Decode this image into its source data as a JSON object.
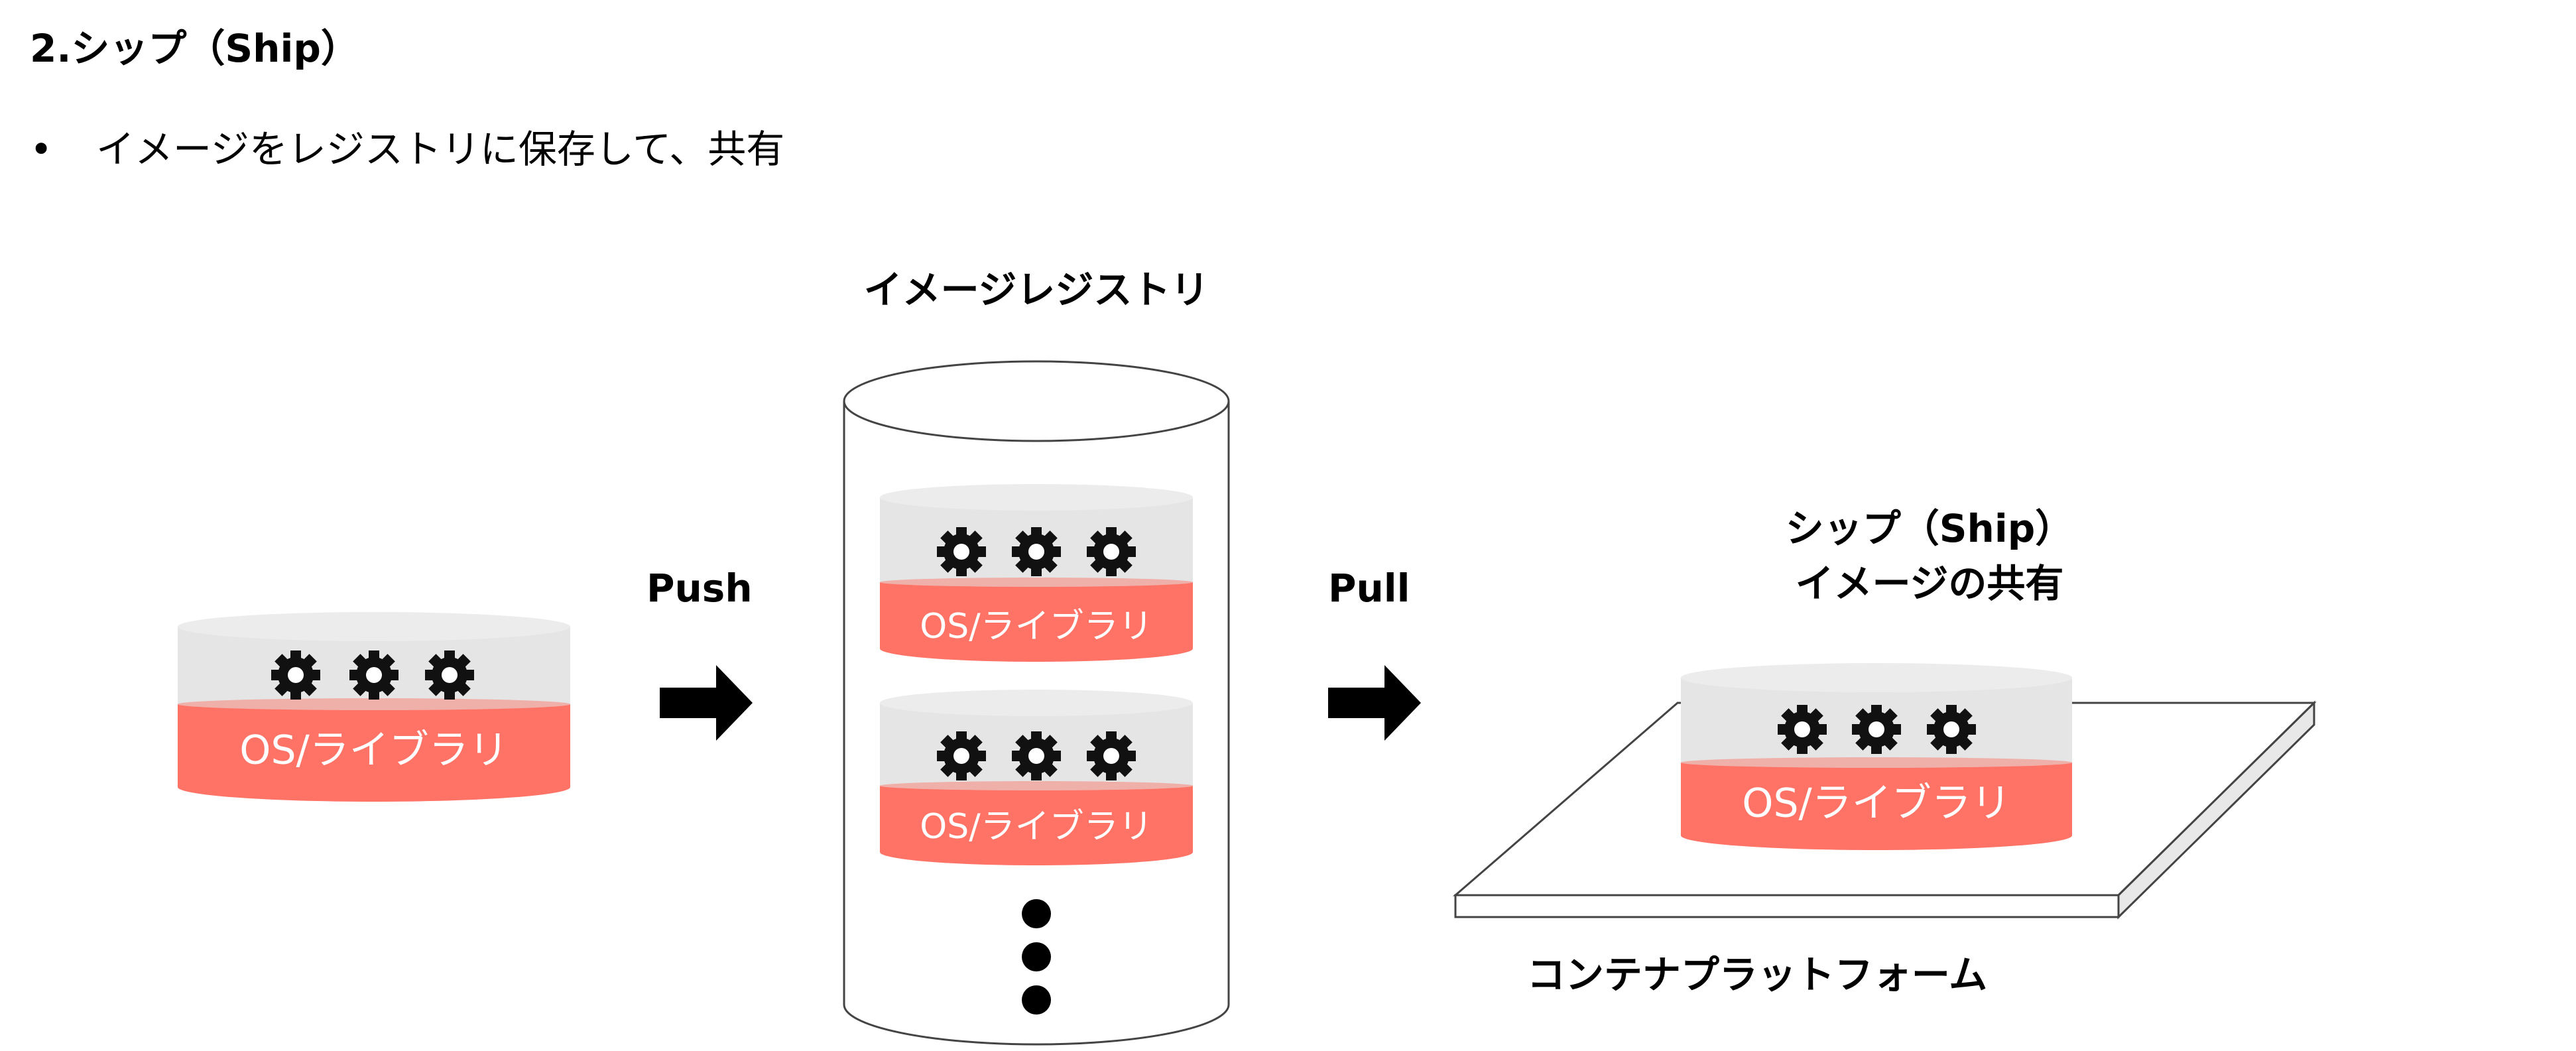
{
  "title": "2.シップ（Ship）",
  "bullet": {
    "marker": "•",
    "text": "イメージをレジストリに保存して、共有"
  },
  "registry": {
    "label": "イメージレジストリ"
  },
  "arrows": {
    "push_label": "Push",
    "pull_label": "Pull"
  },
  "image_layer_label": "OS/ライブラリ",
  "ship": {
    "line1": "シップ（Ship）",
    "line2": "イメージの共有"
  },
  "platform": {
    "label": "コンテナプラットフォーム"
  },
  "colors": {
    "layer_top": "#e5e5e5",
    "layer_red": "#ff7266",
    "layer_red_dark": "#e85a4f",
    "stroke": "#444444",
    "arrow": "#000000"
  },
  "icons": [
    "gear-icon",
    "ellipsis-icon",
    "arrow-right-icon"
  ]
}
